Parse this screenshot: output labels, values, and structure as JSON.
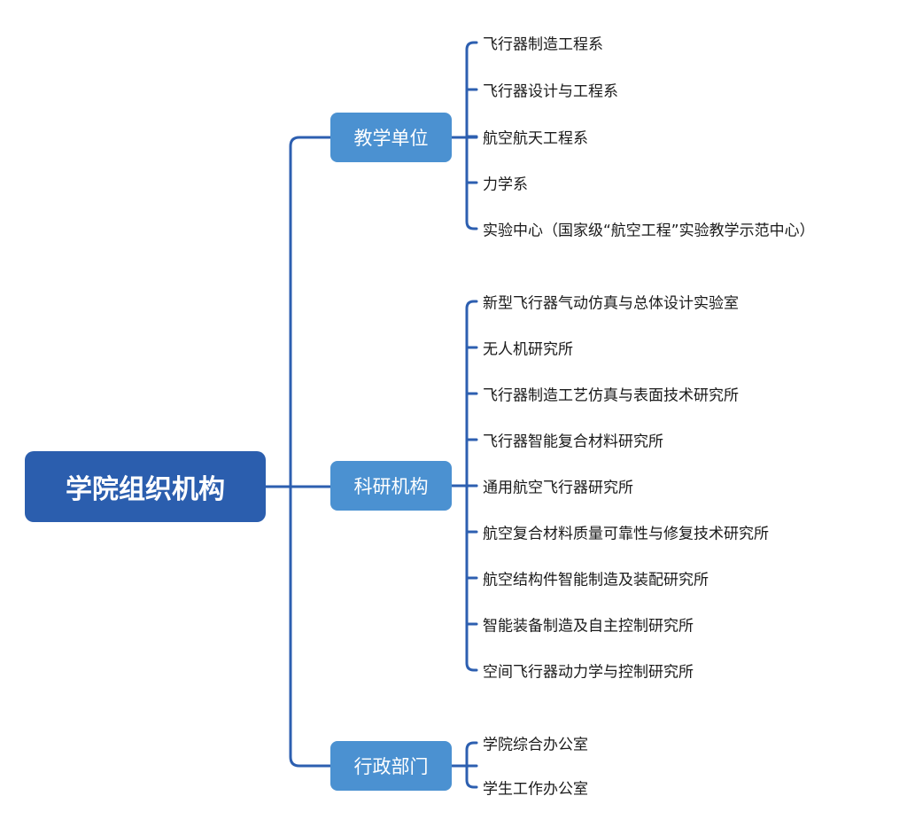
{
  "root": {
    "label": "学院组织机构"
  },
  "branches": [
    {
      "label": "教学单位",
      "children": [
        "飞行器制造工程系",
        "飞行器设计与工程系",
        "航空航天工程系",
        "力学系",
        "实验中心（国家级“航空工程”实验教学示范中心）"
      ]
    },
    {
      "label": "科研机构",
      "children": [
        "新型飞行器气动仿真与总体设计实验室",
        "无人机研究所",
        "飞行器制造工艺仿真与表面技术研究所",
        "飞行器智能复合材料研究所",
        "通用航空飞行器研究所",
        "航空复合材料质量可靠性与修复技术研究所",
        "航空结构件智能制造及装配研究所",
        "智能装备制造及自主控制研究所",
        "空间飞行器动力学与控制研究所"
      ]
    },
    {
      "label": "行政部门",
      "children": [
        "学院综合办公室",
        "学生工作办公室"
      ]
    }
  ],
  "colors": {
    "root": "#2b5eae",
    "branch": "#4b91d1",
    "line": "#2d5fb0"
  }
}
